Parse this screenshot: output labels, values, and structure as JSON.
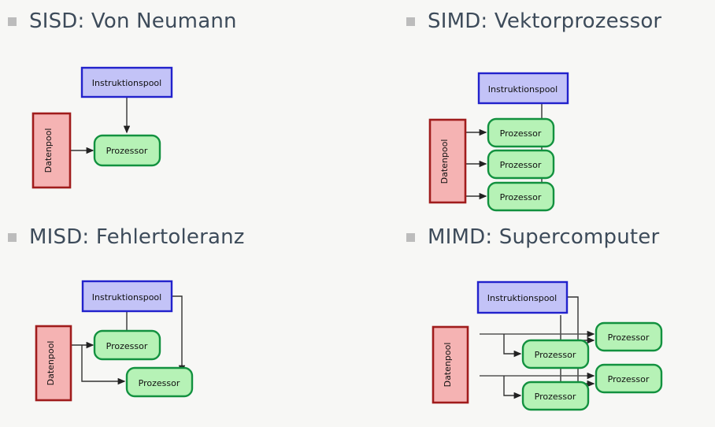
{
  "slide": {
    "background_color": "#f7f7f5",
    "heading_color": "#3d4b5a",
    "bullet_color": "#bcbcbc"
  },
  "palette": {
    "instruction_fill": "#c3c3f7",
    "instruction_stroke": "#2222cc",
    "data_fill": "#f5b3b3",
    "data_stroke": "#a01c1c",
    "processor_fill": "#b6f2b6",
    "processor_stroke": "#12913f",
    "connector": "#333333"
  },
  "labels": {
    "instruction_pool": "Instruktionspool",
    "data_pool": "Datenpool",
    "processor": "Prozessor"
  },
  "quadrants": [
    {
      "id": "sisd",
      "heading": "SISD: Von Neumann",
      "instruction_pools": 1,
      "data_pools": 1,
      "processors": 1
    },
    {
      "id": "simd",
      "heading": "SIMD: Vektorprozessor",
      "instruction_pools": 1,
      "data_pools": 1,
      "processors": 3
    },
    {
      "id": "misd",
      "heading": "MISD: Fehlertoleranz",
      "instruction_pools": 1,
      "data_pools": 1,
      "processors": 2
    },
    {
      "id": "mimd",
      "heading": "MIMD: Supercomputer",
      "instruction_pools": 1,
      "data_pools": 1,
      "processors": 4
    }
  ]
}
